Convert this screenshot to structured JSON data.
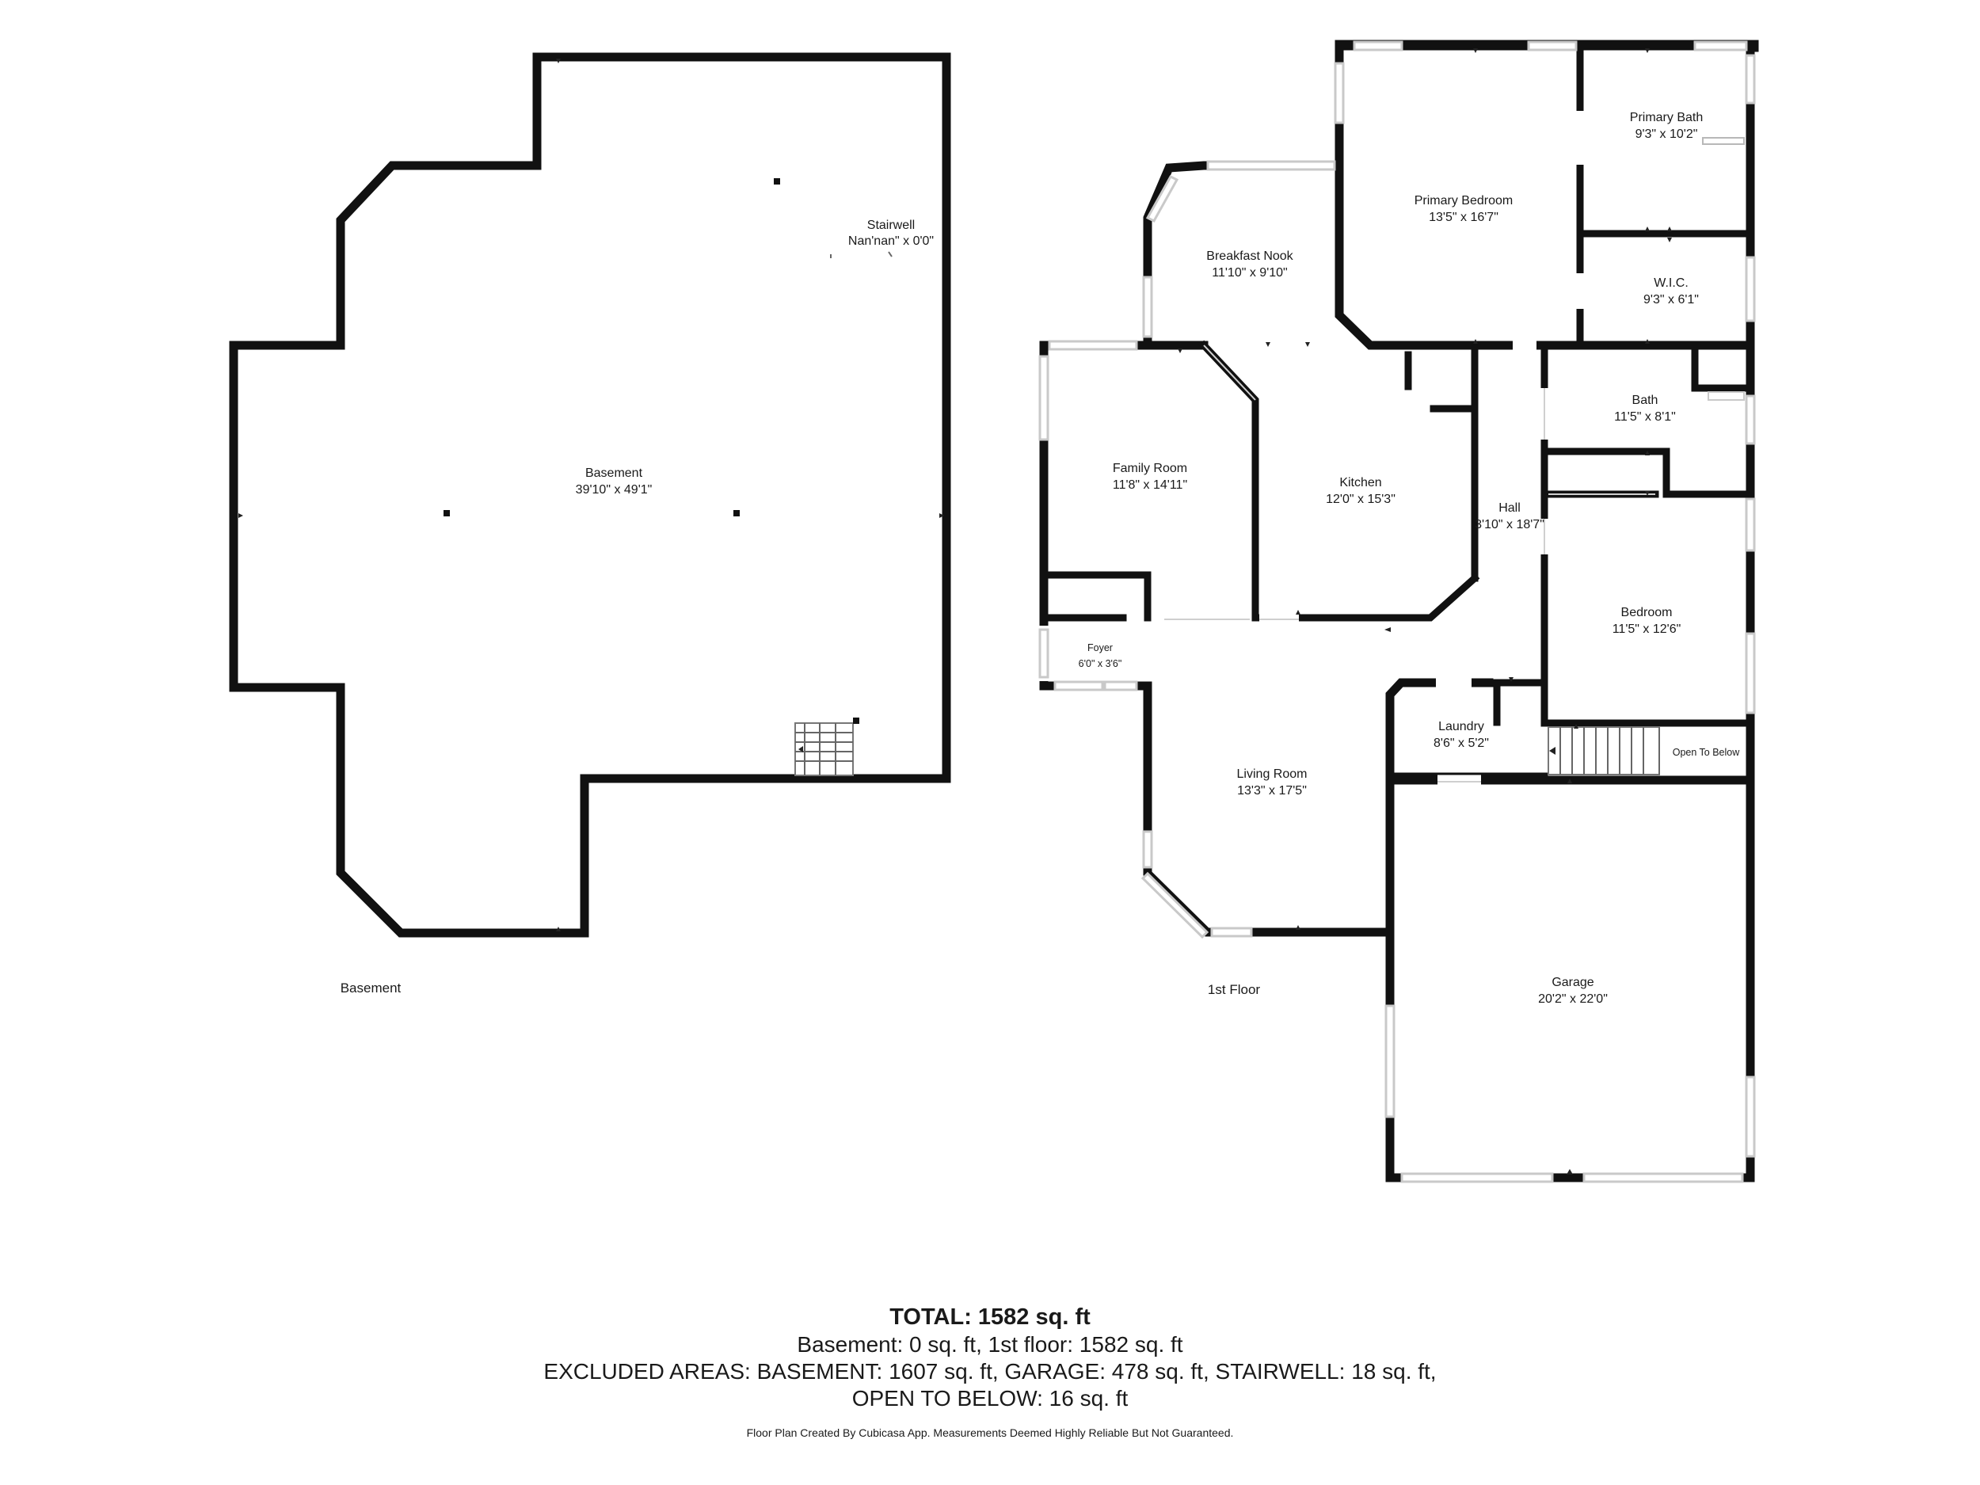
{
  "floors": {
    "basement": {
      "label": "Basement",
      "rooms": [
        {
          "id": "basement",
          "name": "Basement",
          "dims": "39'10\" x 49'1\""
        },
        {
          "id": "stairwell",
          "name": "Stairwell",
          "dims": "Nan'nan\" x 0'0\""
        }
      ]
    },
    "first": {
      "label": "1st Floor",
      "rooms": [
        {
          "id": "primary-bedroom",
          "name": "Primary Bedroom",
          "dims": "13'5\" x 16'7\""
        },
        {
          "id": "primary-bath",
          "name": "Primary Bath",
          "dims": "9'3\" x 10'2\""
        },
        {
          "id": "wic",
          "name": "W.I.C.",
          "dims": "9'3\" x 6'1\""
        },
        {
          "id": "breakfast-nook",
          "name": "Breakfast Nook",
          "dims": "11'10\" x 9'10\""
        },
        {
          "id": "bath",
          "name": "Bath",
          "dims": "11'5\" x 8'1\""
        },
        {
          "id": "family-room",
          "name": "Family Room",
          "dims": "11'8\" x 14'11\""
        },
        {
          "id": "kitchen",
          "name": "Kitchen",
          "dims": "12'0\" x 15'3\""
        },
        {
          "id": "hall",
          "name": "Hall",
          "dims": "3'10\" x 18'7\""
        },
        {
          "id": "bedroom",
          "name": "Bedroom",
          "dims": "11'5\" x 12'6\""
        },
        {
          "id": "foyer",
          "name": "Foyer",
          "dims": "6'0\" x 3'6\""
        },
        {
          "id": "laundry",
          "name": "Laundry",
          "dims": "8'6\" x 5'2\""
        },
        {
          "id": "living-room",
          "name": "Living Room",
          "dims": "13'3\" x 17'5\""
        },
        {
          "id": "garage",
          "name": "Garage",
          "dims": "20'2\" x 22'0\""
        }
      ],
      "open_to_below": "Open To Below"
    }
  },
  "summary": {
    "total": "TOTAL: 1582 sq. ft",
    "line1": "Basement: 0 sq. ft, 1st floor: 1582 sq. ft",
    "line2": "EXCLUDED AREAS: BASEMENT: 1607 sq. ft, GARAGE: 478 sq. ft, STAIRWELL: 18 sq. ft,",
    "line3": "OPEN TO BELOW: 16 sq. ft",
    "disclaimer": "Floor Plan Created By Cubicasa App. Measurements Deemed Highly Reliable But Not Guaranteed."
  }
}
